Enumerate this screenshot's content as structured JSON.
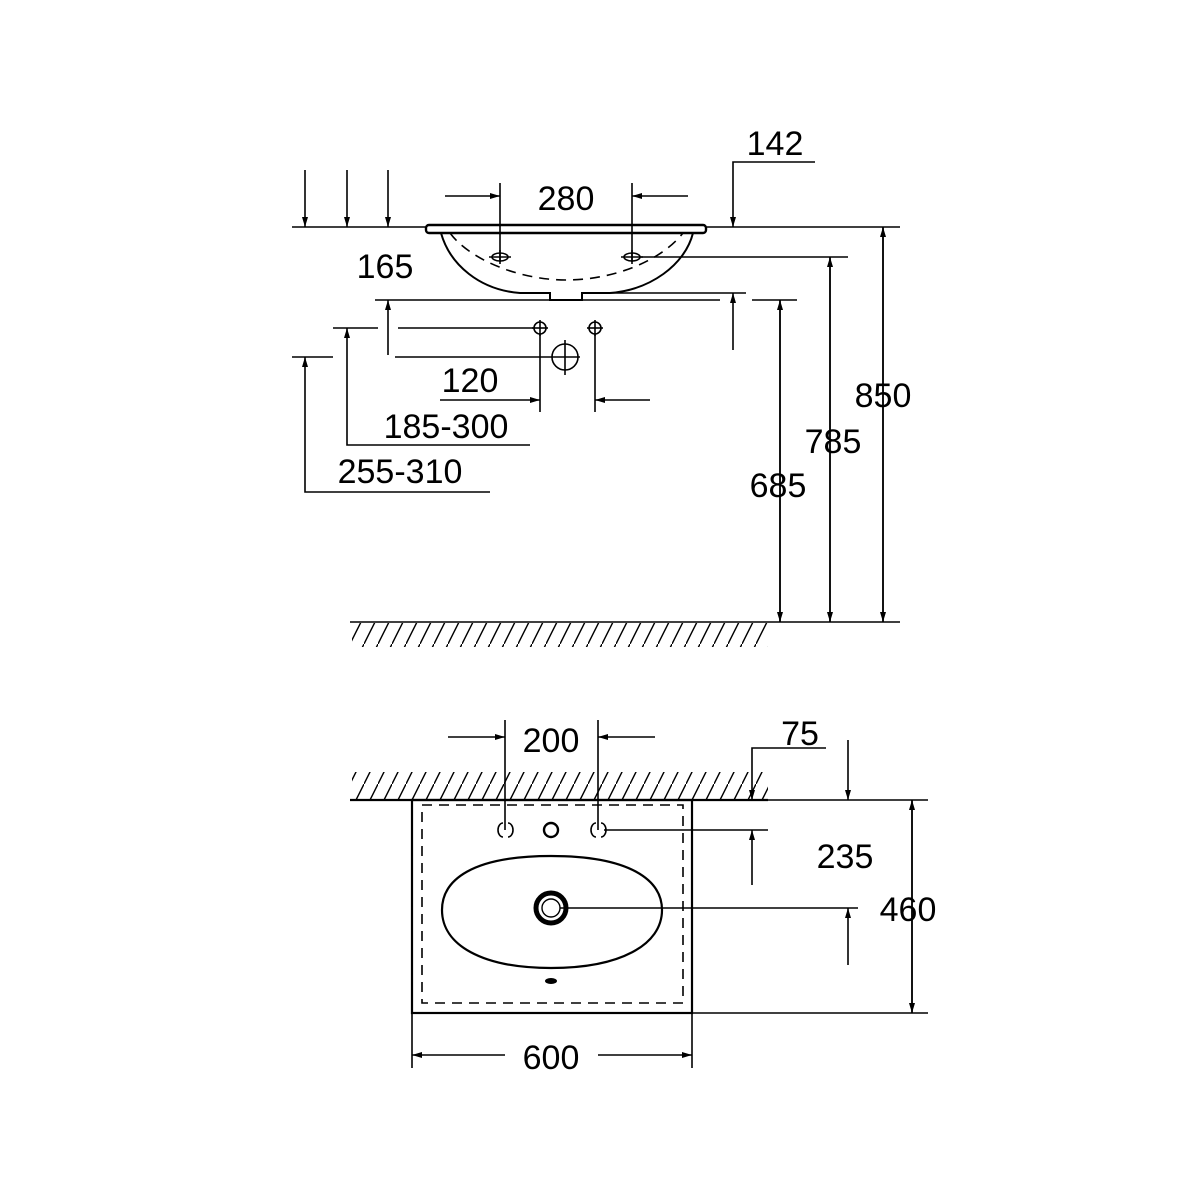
{
  "side_view": {
    "dimensions": {
      "tap_spacing": "280",
      "rim_offset": "142",
      "bowl_depth": "165",
      "valve_spacing": "120",
      "valve_height": "185-300",
      "waste_height": "255-310",
      "bowl_bottom_height": "685",
      "tap_height": "785",
      "rim_height": "850"
    }
  },
  "plan_view": {
    "dimensions": {
      "tap_spacing": "200",
      "wall_offset": "75",
      "drain_distance": "235",
      "depth": "460",
      "width": "600"
    }
  },
  "colors": {
    "line": "#000000",
    "background": "#ffffff"
  }
}
